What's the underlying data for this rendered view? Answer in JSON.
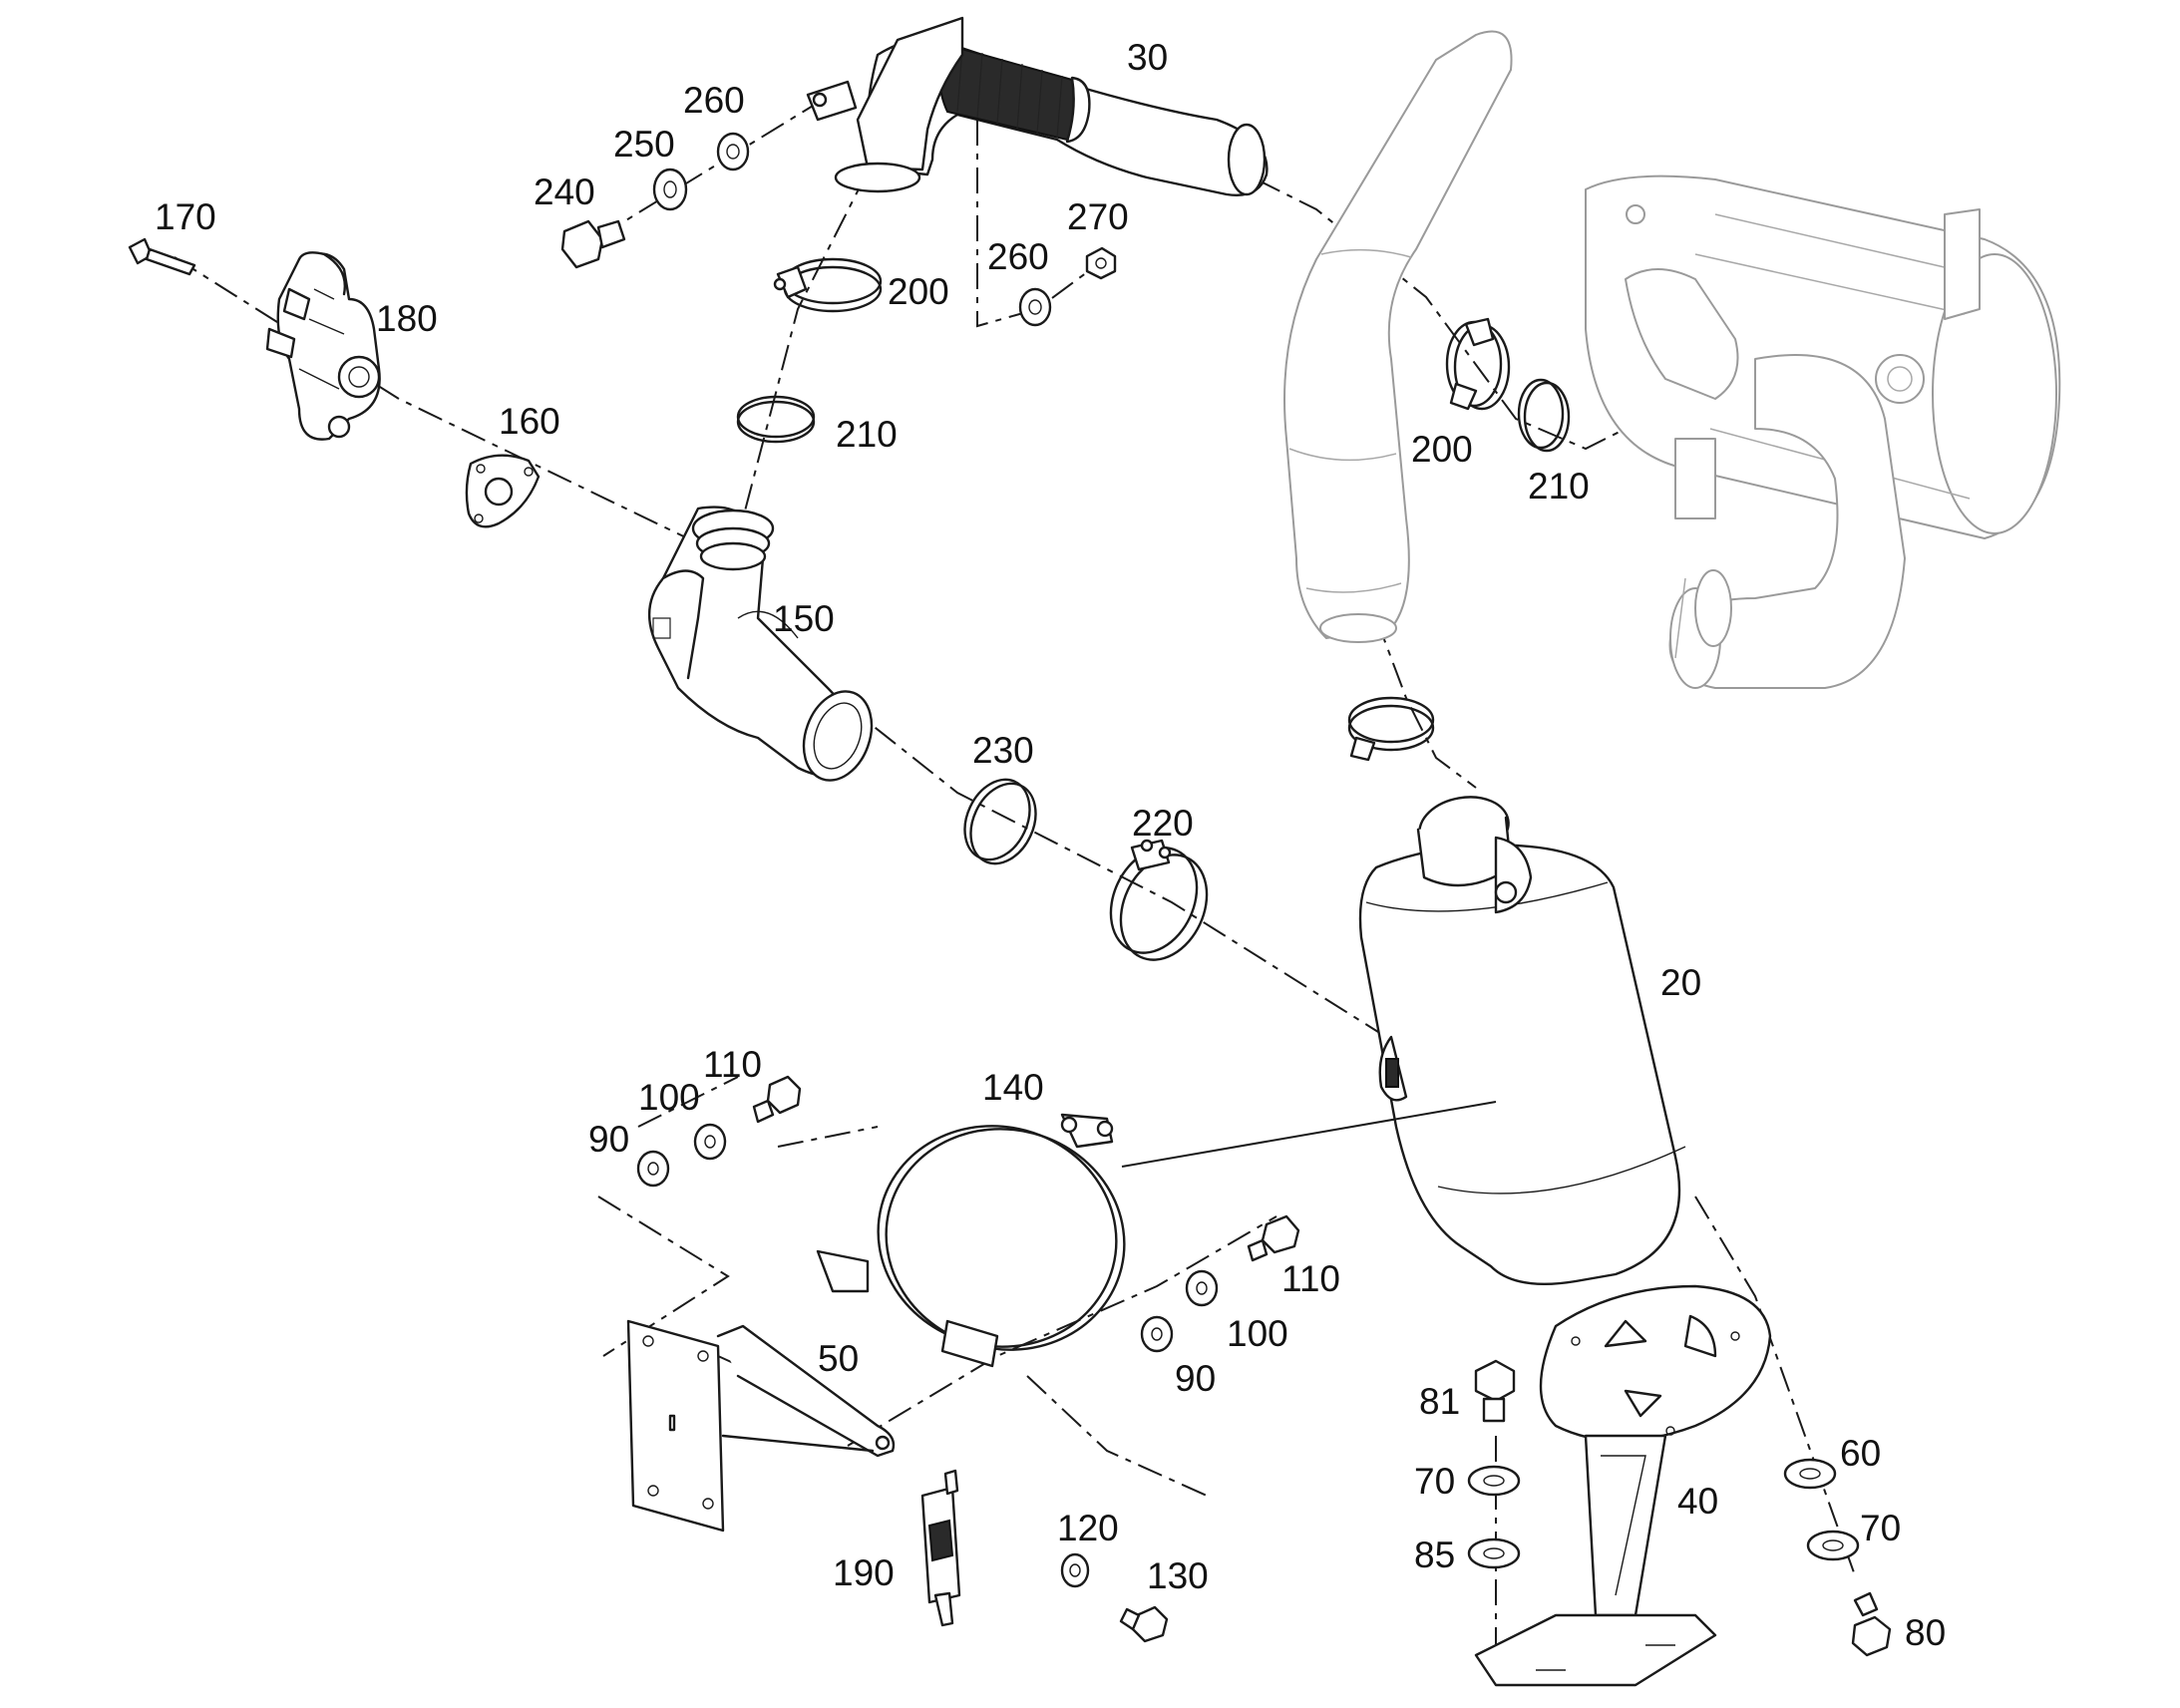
{
  "callouts": {
    "c30": "30",
    "c260a": "260",
    "c250": "250",
    "c240": "240",
    "c170": "170",
    "c180": "180",
    "c200a": "200",
    "c270": "270",
    "c260b": "260",
    "c160": "160",
    "c210a": "210",
    "c200b": "200",
    "c210b": "210",
    "c150": "150",
    "c230": "230",
    "c220": "220",
    "c20": "20",
    "c110a": "110",
    "c100a": "100",
    "c90a": "90",
    "c140": "140",
    "c110b": "110",
    "c100b": "100",
    "c90b": "90",
    "c50": "50",
    "c81": "81",
    "c70a": "70",
    "c85": "85",
    "c40": "40",
    "c60": "60",
    "c70b": "70",
    "c80": "80",
    "c120": "120",
    "c130": "130",
    "c190": "190"
  }
}
